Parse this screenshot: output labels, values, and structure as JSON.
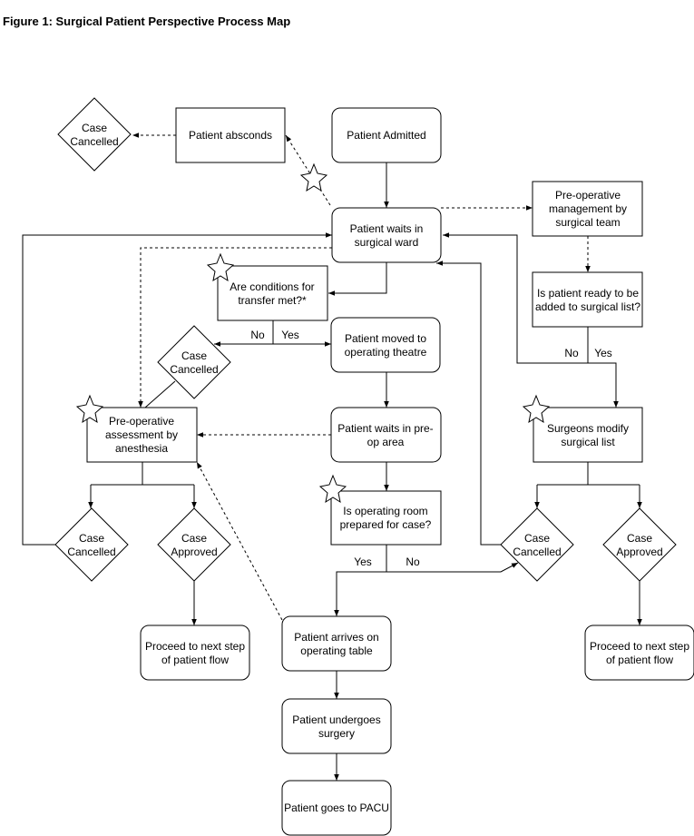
{
  "figure_title": "Figure 1: Surgical Patient Perspective Process Map",
  "nodes": {
    "case_cancelled_top": [
      "Case",
      "Cancelled"
    ],
    "patient_absconds": [
      "Patient absconds"
    ],
    "patient_admitted": [
      "Patient Admitted"
    ],
    "patient_waits_ward": [
      "Patient waits in",
      "surgical ward"
    ],
    "preop_management": [
      "Pre-operative",
      "management by",
      "surgical team"
    ],
    "conditions_transfer": [
      "Are conditions for",
      "transfer met?*"
    ],
    "ready_surgical_list": [
      "Is patient ready to be",
      "added to surgical list?"
    ],
    "case_cancelled_mid": [
      "Case",
      "Cancelled"
    ],
    "moved_theatre": [
      "Patient moved to",
      "operating theatre"
    ],
    "preop_assessment": [
      "Pre-operative",
      "assessment by",
      "anesthesia"
    ],
    "waits_preop": [
      "Patient waits in pre-",
      "op area"
    ],
    "surgeons_modify": [
      "Surgeons modify",
      "surgical list"
    ],
    "or_prepared": [
      "Is operating room",
      "prepared for case?"
    ],
    "case_cancelled_left": [
      "Case",
      "Cancelled"
    ],
    "case_approved_left": [
      "Case",
      "Approved"
    ],
    "case_cancelled_right": [
      "Case",
      "Cancelled"
    ],
    "case_approved_right": [
      "Case",
      "Approved"
    ],
    "proceed_left": [
      "Proceed to next step",
      "of patient flow"
    ],
    "arrives_table": [
      "Patient arrives on",
      "operating table"
    ],
    "proceed_right": [
      "Proceed to next step",
      "of patient flow"
    ],
    "undergoes_surgery": [
      "Patient undergoes",
      "surgery"
    ],
    "goes_pacu": [
      "Patient goes to PACU"
    ]
  },
  "edge_labels": {
    "transfer_no": "No",
    "transfer_yes": "Yes",
    "list_no": "No",
    "list_yes": "Yes",
    "or_yes": "Yes",
    "or_no": "No"
  }
}
